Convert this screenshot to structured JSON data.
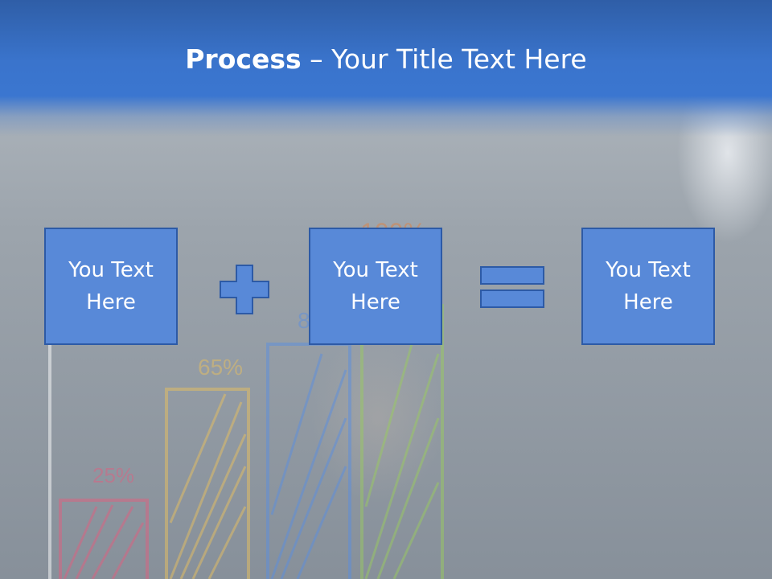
{
  "header": {
    "title_strong": "Process",
    "title_rest": " – Your Title Text Here"
  },
  "process": {
    "box1": "You Text Here",
    "box2": "You Text Here",
    "box3": "You Text Here",
    "operator1": "plus-icon",
    "operator2": "equals-icon"
  },
  "background_sketch": {
    "label_25": "25%",
    "label_65": "65%",
    "label_85": "8",
    "label_100": "100%"
  },
  "colors": {
    "header_blue": "#3b76d0",
    "box_fill": "#5889d8",
    "box_border": "#2d5aa6",
    "title_text": "#ffffff"
  }
}
